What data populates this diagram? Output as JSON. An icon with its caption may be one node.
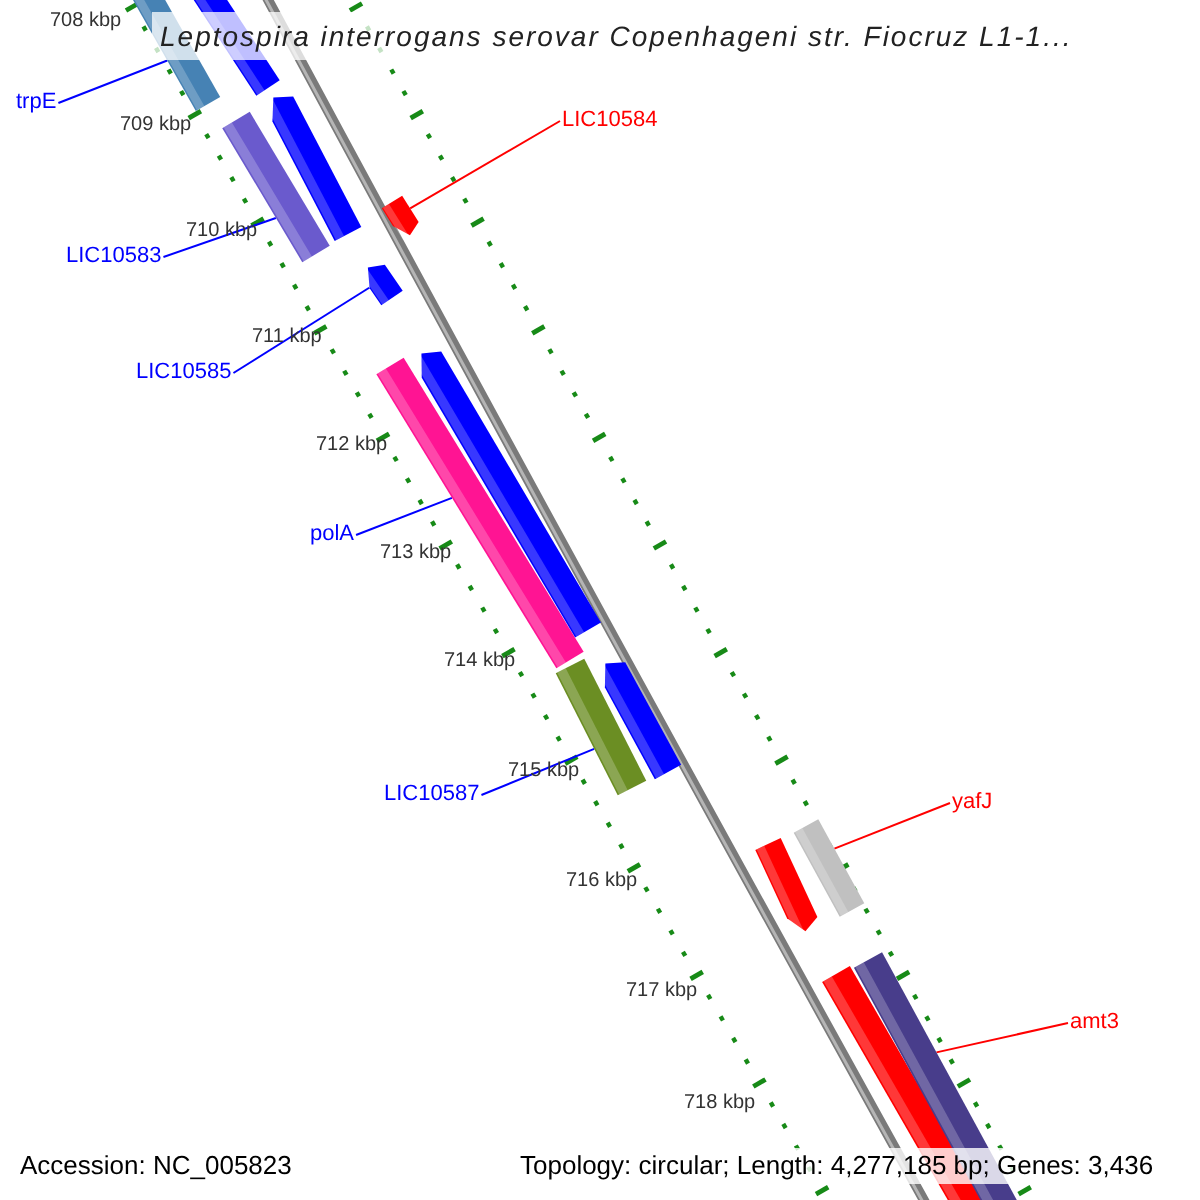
{
  "diagram": {
    "title": "Leptospira interrogans serovar Copenhageni str. Fiocruz L1-1...",
    "nodes": [
      {
        "text": [
          "trpE"
        ]
      },
      {
        "text": [],
        "shape": "bar"
      },
      {
        "text": [],
        "shape": "bar"
      },
      {
        "text": [
          "LIC10584"
        ]
      },
      {
        "text": [],
        "shape": "arrow"
      },
      {
        "text": [
          "LIC10583"
        ]
      },
      {
        "text": [],
        "shape": "bar"
      },
      {
        "text": [],
        "shape": "arrow"
      },
      {
        "text": [],
        "shape": "arrow"
      },
      {
        "text": [
          "LIC10585"
        ]
      },
      {
        "text": [],
        "shape": "bar"
      },
      {
        "text": [],
        "shape": "arrow"
      },
      {
        "text": [
          "polA"
        ]
      },
      {
        "text": [],
        "shape": "arrow"
      },
      {
        "text": [],
        "shape": "bar"
      },
      {
        "text": [
          "LIC10587"
        ]
      },
      {
        "text": [
          "yafJ"
        ]
      },
      {
        "text": [],
        "shape": "arrow"
      },
      {
        "text": [],
        "shape": "bar"
      },
      {
        "text": [
          "amt3"
        ]
      },
      {
        "text": [],
        "shape": "bar"
      },
      {
        "text": [],
        "shape": "bar"
      }
    ],
    "edges": [
      {
        "from": 0,
        "to": 1,
        "arrow": "none"
      },
      {
        "from": 3,
        "to": 4,
        "arrow": "none",
        "color": "#ff0000"
      },
      {
        "from": 5,
        "to": 6,
        "arrow": "none"
      },
      {
        "from": 9,
        "to": 8,
        "arrow": "none"
      },
      {
        "from": 12,
        "to": 10,
        "arrow": "none"
      },
      {
        "from": 15,
        "to": 14,
        "arrow": "none"
      },
      {
        "from": 16,
        "to": 18,
        "arrow": "none",
        "color": "#ff0000"
      },
      {
        "from": 19,
        "to": 21,
        "arrow": "none",
        "color": "#ff0000"
      }
    ],
    "labels": [
      "708 kbp",
      "709 kbp",
      "710 kbp",
      "711 kbp",
      "712 kbp",
      "713 kbp",
      "714 kbp",
      "715 kbp",
      "716 kbp",
      "717 kbp",
      "718 kbp",
      "Accession: NC_005823",
      "Topology: circular; Length: 4,277,185 bp; Genes: 3,436"
    ]
  }
}
